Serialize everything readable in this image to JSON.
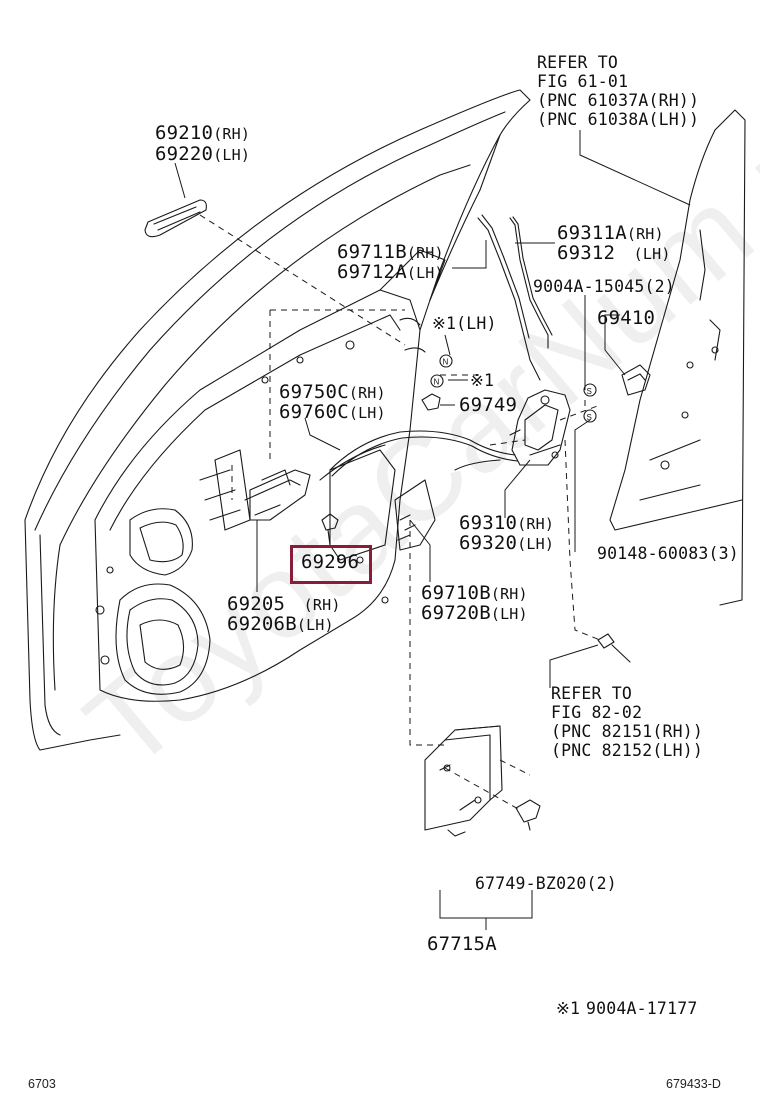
{
  "labels": {
    "refer61": [
      "REFER TO",
      "FIG 61-01",
      "(PNC 61037A(RH))",
      "(PNC 61038A(LH))"
    ],
    "p69210": [
      "69210",
      "(RH)"
    ],
    "p69220": [
      "69220",
      "(LH)"
    ],
    "p69711": [
      "69711B",
      "(RH)"
    ],
    "p69712": [
      "69712A",
      "(LH)"
    ],
    "p69311": [
      "69311A",
      "(RH)"
    ],
    "p69312": [
      "69312",
      "(LH)"
    ],
    "p9004a15045": "9004A-15045(2)",
    "p69410": "69410",
    "mark_lh": "※1(LH)",
    "mark_1": "※1",
    "p69749": "69749",
    "p69750": [
      "69750C",
      "(RH)"
    ],
    "p69760": [
      "69760C",
      "(LH)"
    ],
    "p69310": [
      "69310",
      "(RH)"
    ],
    "p69320": [
      "69320",
      "(LH)"
    ],
    "p90148": "90148-60083(3)",
    "p69296": "69296",
    "p69205": [
      "69205",
      "(RH)"
    ],
    "p69206": [
      "69206B",
      "(LH)"
    ],
    "p69710": [
      "69710B",
      "(RH)"
    ],
    "p69720": [
      "69720B",
      "(LH)"
    ],
    "refer82": [
      "REFER TO",
      "FIG 82-02",
      "(PNC 82151(RH))",
      "(PNC 82152(LH))"
    ],
    "p67749": "67749-BZ020(2)",
    "p67715": "67715A",
    "footnote": [
      "※1",
      "9004A-17177"
    ],
    "page_left": "6703",
    "page_right": "679433-D",
    "watermark": "ToyotaCarNum.ru"
  },
  "colors": {
    "highlight": "#8a1c3a",
    "line": "#1a1a1a"
  }
}
